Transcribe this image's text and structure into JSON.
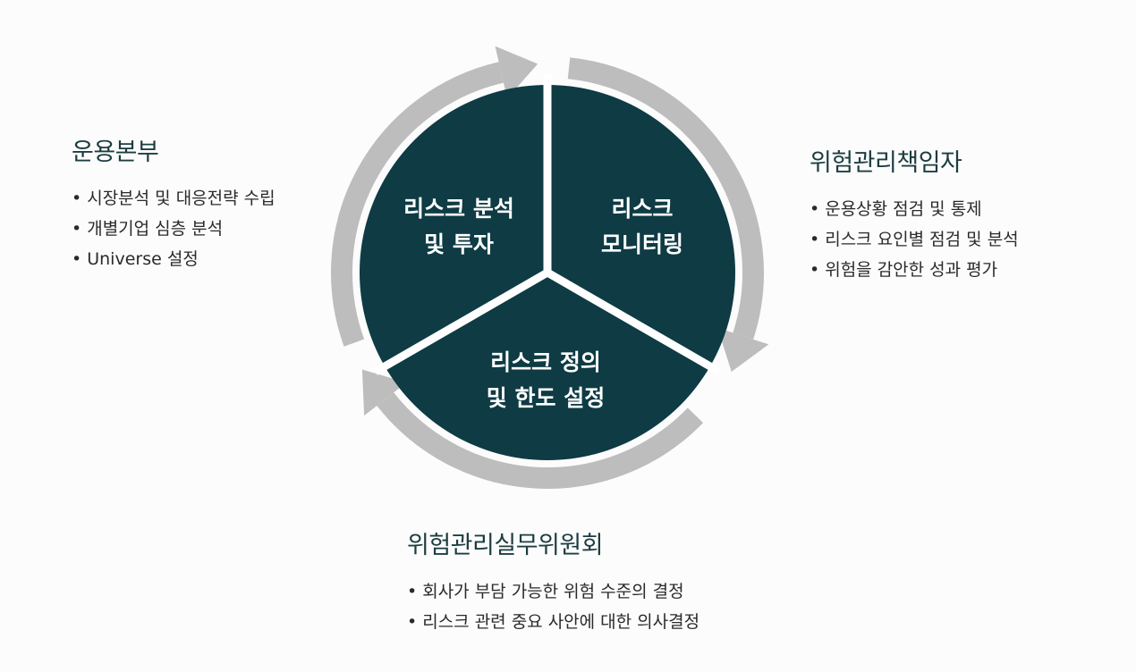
{
  "colors": {
    "segment_fill": "#0e3b44",
    "cycle_ring": "#bdbdbd",
    "divider": "#ffffff",
    "heading": "#1c3d40"
  },
  "cycle": {
    "segments": [
      {
        "key": "analysis",
        "lines": [
          "리스크 분석",
          "및 투자"
        ]
      },
      {
        "key": "monitoring",
        "lines": [
          "리스크",
          "모니터링"
        ]
      },
      {
        "key": "definition",
        "lines": [
          "리스크 정의",
          "및 한도 설정"
        ]
      }
    ]
  },
  "groups": {
    "left": {
      "title": "운용본부",
      "items": [
        "시장분석 및 대응전략 수립",
        "개별기업 심층 분석",
        "Universe 설정"
      ]
    },
    "right": {
      "title": "위험관리책임자",
      "items": [
        "운용상황 점검 및 통제",
        "리스크 요인별 점검 및 분석",
        "위험을 감안한 성과 평가"
      ]
    },
    "bottom": {
      "title": "위험관리실무위원회",
      "items": [
        "회사가 부담 가능한 위험 수준의 결정",
        "리스크 관련 중요 사안에 대한 의사결정"
      ]
    }
  }
}
